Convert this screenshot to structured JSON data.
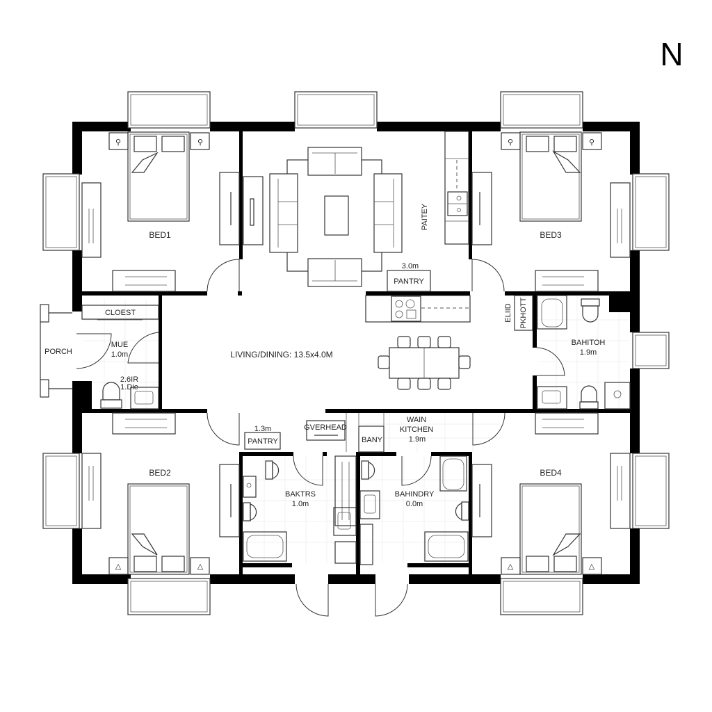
{
  "north": "N",
  "rooms": {
    "bed1": {
      "label": "BED1"
    },
    "bed2": {
      "label": "BED2"
    },
    "bed3": {
      "label": "BED3"
    },
    "bed4": {
      "label": "BED4"
    },
    "living": {
      "label": "LIVING/DINING: 13.5x4.0M"
    },
    "porch": {
      "label": "PORCH"
    },
    "closet": {
      "label": "CLOEST"
    },
    "mudroom": {
      "label": "MUE",
      "dim": "1.0m"
    },
    "powder": {
      "label": "2.6IR",
      "dim": "1.Die"
    },
    "pantry_top": {
      "label": "PANTRY",
      "dim": "3.0m"
    },
    "pantry_side": {
      "label": "PAITEY"
    },
    "pantry_bottom": {
      "label": "PANTRY",
      "dim": "1.3m"
    },
    "overhead": {
      "label": "GVERHEAD"
    },
    "pany": {
      "label": "BANY"
    },
    "main_kitchen": {
      "label1": "WAIN",
      "label2": "KITCHEN",
      "dim": "1.9m"
    },
    "bath_east": {
      "label": "BAHITOH",
      "dim": "1.9m"
    },
    "pkhott": {
      "label": "PKHOTT",
      "sub": "ELIID"
    },
    "bath_south_w": {
      "label": "BAKTRS",
      "dim": "1.0m"
    },
    "bath_south_e": {
      "label": "BAHINDRY",
      "dim": "0.0m"
    }
  },
  "colors": {
    "wall": "#000000",
    "line": "#333333",
    "background": "#ffffff"
  }
}
